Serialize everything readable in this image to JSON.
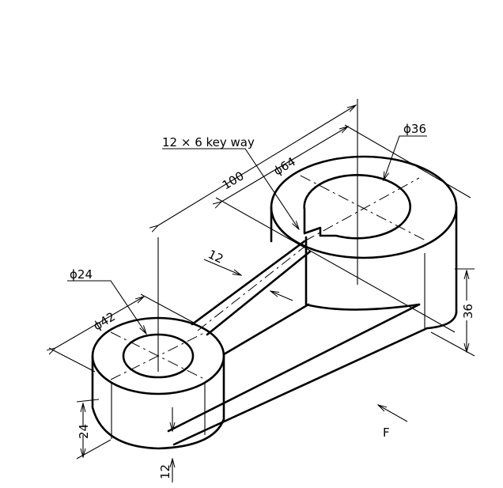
{
  "title": "Isometric drawing of a lever with keyway",
  "labels": {
    "keyway": "12 × 6 key way",
    "length": "100",
    "large_outer_dia": "ϕ64",
    "large_inner_dia": "ϕ36",
    "rib_width": "12",
    "small_inner_dia": "ϕ24",
    "small_outer_dia": "ϕ42",
    "small_height": "24",
    "base_thickness": "12",
    "large_height": "36",
    "view_direction": "F"
  }
}
